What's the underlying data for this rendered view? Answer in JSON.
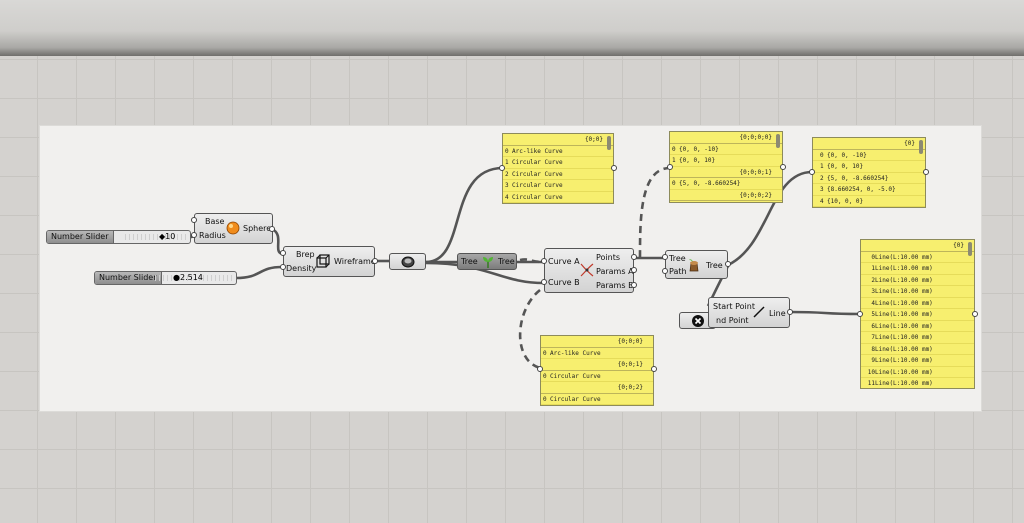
{
  "sliders": [
    {
      "name": "Number Slider",
      "value": "10"
    },
    {
      "name": "Number Slider",
      "value": "2.514"
    }
  ],
  "sphere": {
    "inputs": [
      "Base",
      "Radius"
    ],
    "title": "Sphere"
  },
  "wireframe": {
    "inputs": [
      "Brep",
      "Density"
    ],
    "title": "Wireframe"
  },
  "tree_flip": {
    "input": "Tree",
    "output": "Tree"
  },
  "curve_x": {
    "inputs": [
      "Curve A",
      "Curve B"
    ],
    "outputs": [
      "Points",
      "Params A",
      "Params B"
    ]
  },
  "shift_paths": {
    "inputs": [
      "Tree",
      "Path"
    ],
    "output": "Tree"
  },
  "line_comp": {
    "inputs": [
      "Start Point",
      "nd Point"
    ],
    "output": "Line"
  },
  "panel_curves_top": {
    "header": "{0;0}",
    "rows": [
      {
        "i": "0",
        "t": "Arc-like Curve"
      },
      {
        "i": "1",
        "t": "Circular Curve"
      },
      {
        "i": "2",
        "t": "Circular Curve"
      },
      {
        "i": "3",
        "t": "Circular Curve"
      },
      {
        "i": "4",
        "t": "Circular Curve"
      }
    ]
  },
  "panel_curves_bottom": {
    "groups": [
      {
        "header": "{0;0;0}",
        "i": "0",
        "t": "Arc-like Curve"
      },
      {
        "header": "{0;0;1}",
        "i": "0",
        "t": "Circular Curve"
      },
      {
        "header": "{0;0;2}",
        "i": "0",
        "t": "Circular Curve"
      }
    ]
  },
  "panel_points_a": {
    "groups": [
      {
        "header": "{0;0;0;0}",
        "rows": [
          {
            "i": "0",
            "t": "{0, 0, -10}"
          },
          {
            "i": "1",
            "t": "{0, 0, 10}"
          }
        ]
      },
      {
        "header": "{0;0;0;1}",
        "rows": [
          {
            "i": "0",
            "t": "{5, 0, -8.660254}"
          }
        ]
      },
      {
        "header": "{0;0;0;2}",
        "rows": []
      }
    ]
  },
  "panel_points_b": {
    "header": "{0}",
    "rows": [
      {
        "i": "0",
        "t": "{0, 0, -10}"
      },
      {
        "i": "1",
        "t": "{0, 0, 10}"
      },
      {
        "i": "2",
        "t": "{5, 0, -8.660254}"
      },
      {
        "i": "3",
        "t": "{8.660254, 0, -5.0}"
      },
      {
        "i": "4",
        "t": "{10, 0, 0}"
      }
    ]
  },
  "panel_lines": {
    "header": "{0}",
    "rows": [
      {
        "i": "0",
        "t": "Line(L:10.00 mm)"
      },
      {
        "i": "1",
        "t": "Line(L:10.00 mm)"
      },
      {
        "i": "2",
        "t": "Line(L:10.00 mm)"
      },
      {
        "i": "3",
        "t": "Line(L:10.00 mm)"
      },
      {
        "i": "4",
        "t": "Line(L:10.00 mm)"
      },
      {
        "i": "5",
        "t": "Line(L:10.00 mm)"
      },
      {
        "i": "6",
        "t": "Line(L:10.00 mm)"
      },
      {
        "i": "7",
        "t": "Line(L:10.00 mm)"
      },
      {
        "i": "8",
        "t": "Line(L:10.00 mm)"
      },
      {
        "i": "9",
        "t": "Line(L:10.00 mm)"
      },
      {
        "i": "10",
        "t": "Line(L:10.00 mm)"
      },
      {
        "i": "11",
        "t": "Line(L:10.00 mm)"
      }
    ]
  },
  "colors": {
    "panel": "#f7ef6f",
    "canvas": "#d4d2cf",
    "group": "#f1f0ee",
    "wire": "#555555"
  }
}
